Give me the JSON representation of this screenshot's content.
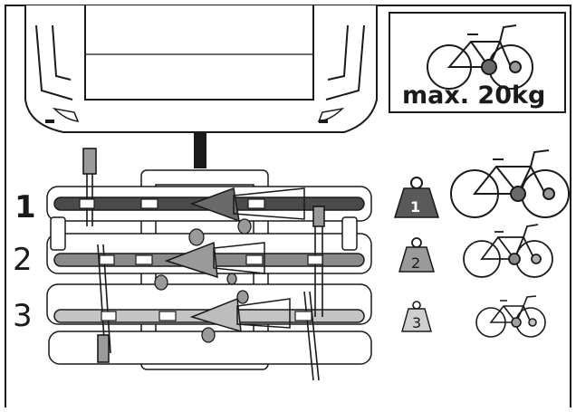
{
  "row_labels": [
    "1",
    "2",
    "3"
  ],
  "weight_labels": [
    "1",
    "2",
    "3"
  ],
  "max_load": {
    "text": "max. 20kg"
  },
  "colors": {
    "line": "#1a1a1a",
    "rail_1": "#4a4a4a",
    "rail_2": "#8a8a8a",
    "rail_3": "#c4c4c4",
    "weight_1": "#5a5a5a",
    "weight_2": "#9a9a9a",
    "weight_3": "#cfcfcf",
    "background": "#ffffff"
  },
  "icons": [
    "car-rear-icon",
    "bike-icon",
    "weight-icon",
    "bike-carrier-icon"
  ]
}
